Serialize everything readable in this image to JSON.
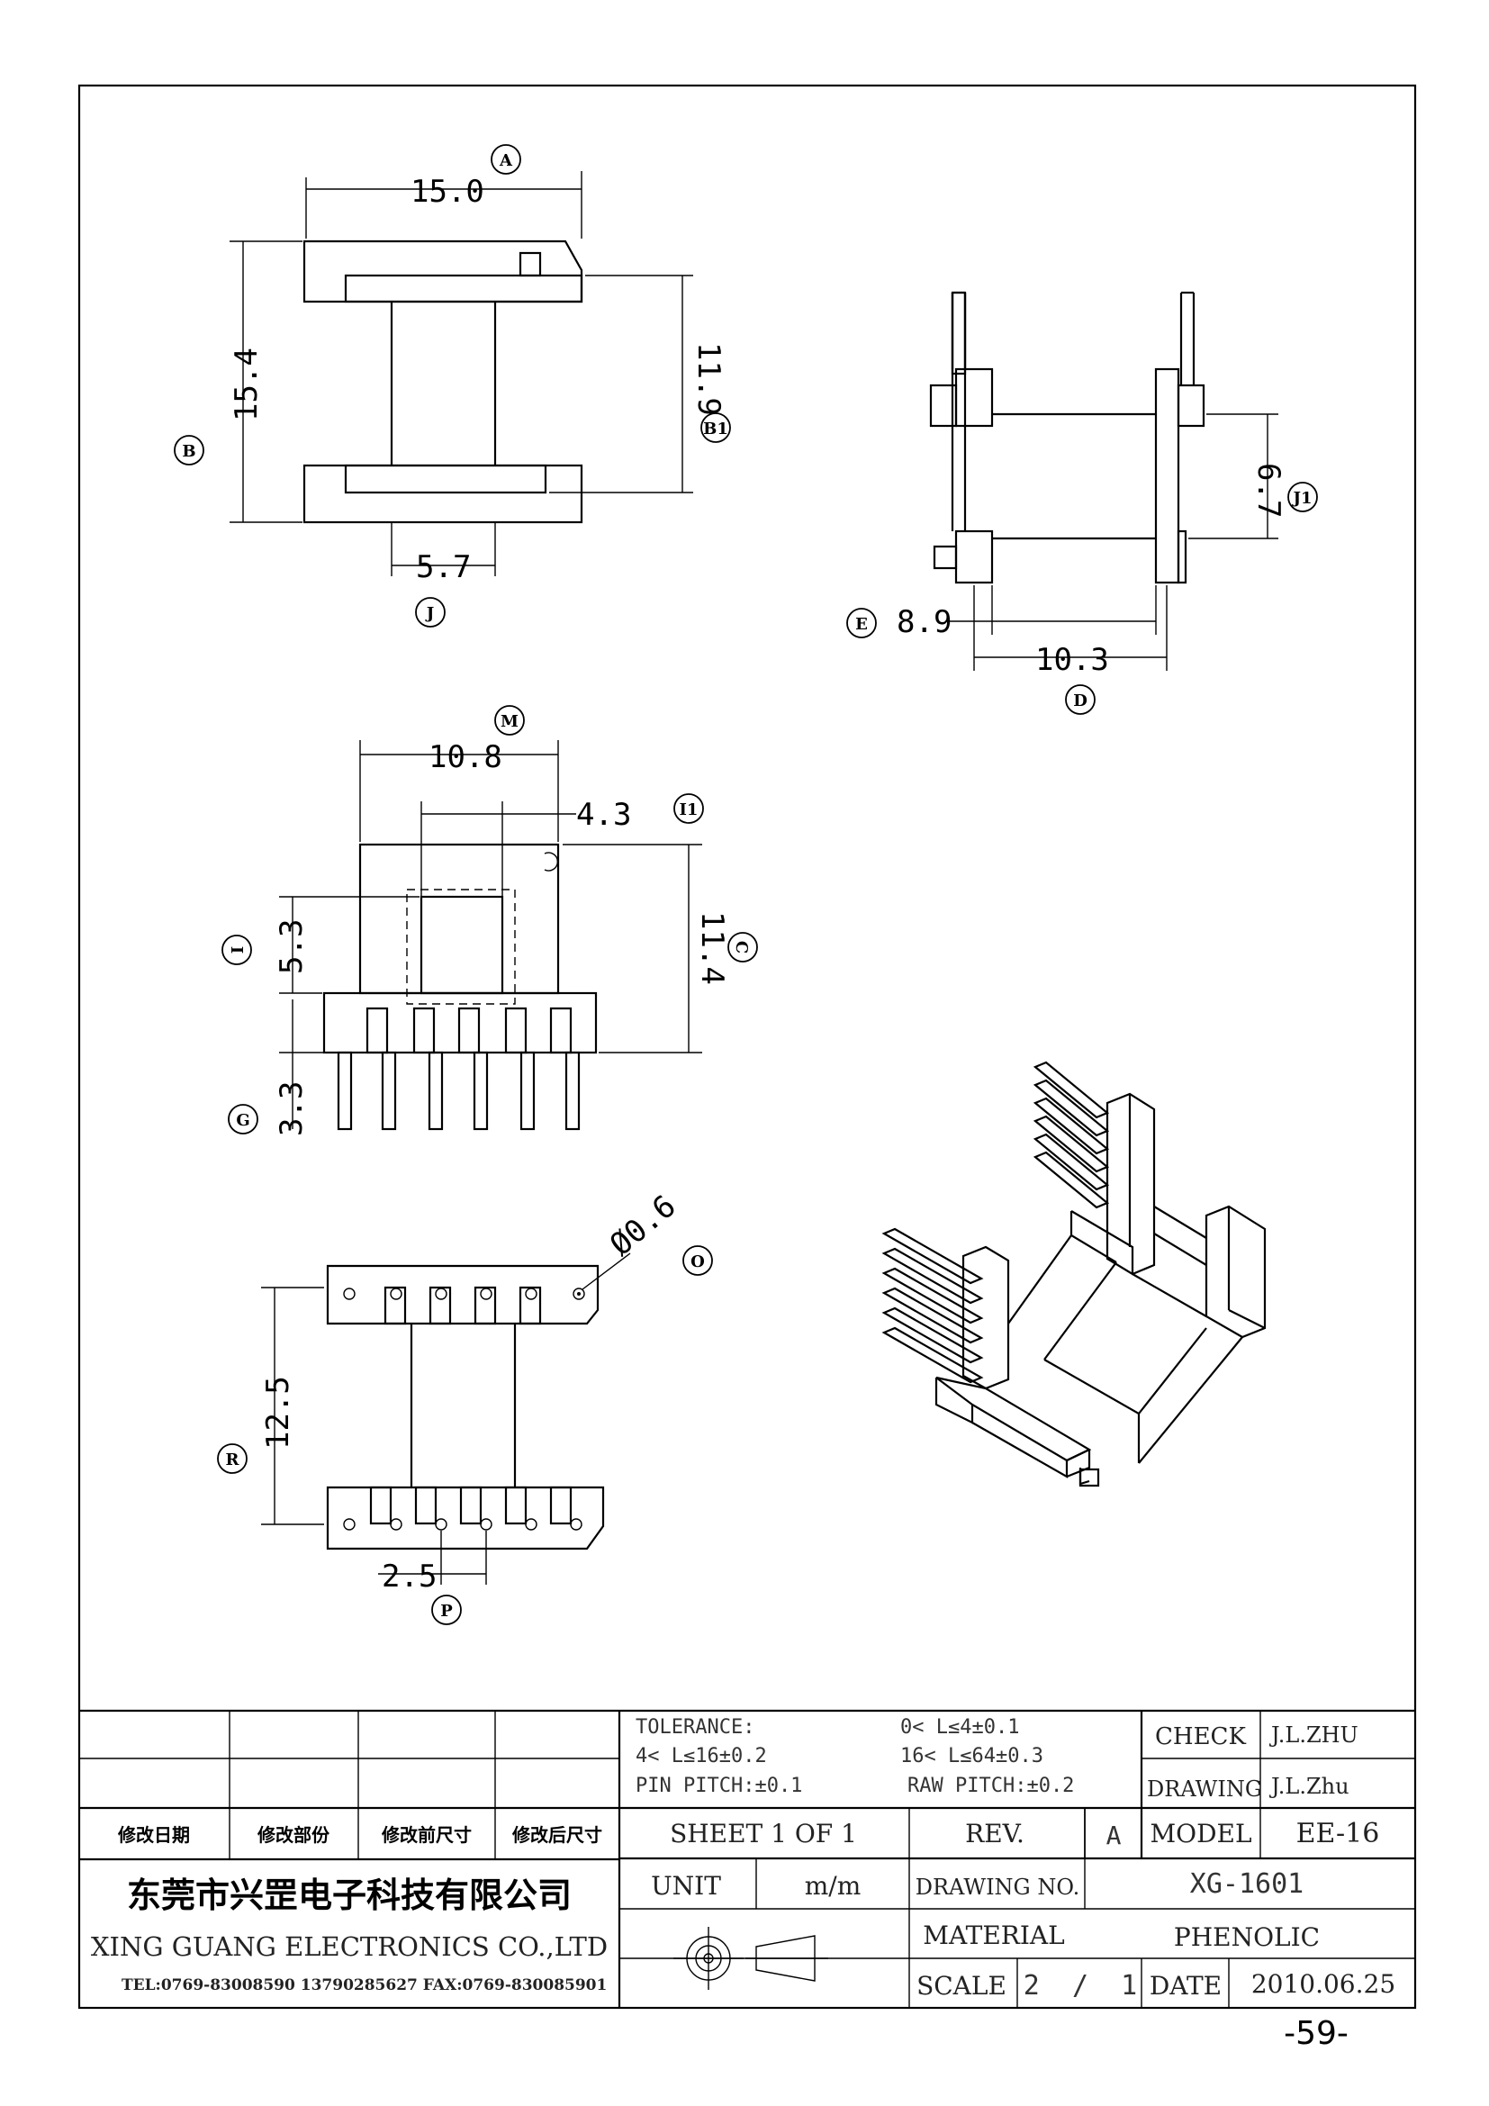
{
  "dimensions": {
    "A": {
      "label": "A",
      "value": "15.0"
    },
    "B": {
      "label": "B",
      "value": "15.4"
    },
    "B1": {
      "label": "B1",
      "value": "11.9"
    },
    "J": {
      "label": "J",
      "value": "5.7"
    },
    "J1": {
      "label": "J1",
      "value": "6.7"
    },
    "E": {
      "label": "E",
      "value": "8.9"
    },
    "D": {
      "label": "D",
      "value": "10.3"
    },
    "M": {
      "label": "M",
      "value": "10.8"
    },
    "I1": {
      "label": "I1",
      "value": "4.3"
    },
    "I": {
      "label": "I",
      "value": "5.3"
    },
    "C": {
      "label": "C",
      "value": "11.4"
    },
    "G": {
      "label": "G",
      "value": "3.3"
    },
    "O": {
      "label": "O",
      "value": "Ø0.6"
    },
    "R": {
      "label": "R",
      "value": "12.5"
    },
    "P": {
      "label": "P",
      "value": "2.5"
    }
  },
  "title_block": {
    "tolerance_label": "TOLERANCE:",
    "tol1": "0< L≤4±0.1",
    "tol2": "4< L≤16±0.2",
    "tol3": "16< L≤64±0.3",
    "pin_pitch": "PIN PITCH:±0.1",
    "raw_pitch": "RAW PITCH:±0.2",
    "check_label": "CHECK",
    "check_value": "J.L.ZHU",
    "drawing_label": "DRAWING",
    "drawing_value": "J.L.Zhu",
    "rev_headers": [
      "修改日期",
      "修改部份",
      "修改前尺寸",
      "修改后尺寸"
    ],
    "sheet": "SHEET 1 OF 1",
    "rev_label": "REV.",
    "rev_value": "A",
    "model_label": "MODEL",
    "model_value": "EE-16",
    "company_cn": "东莞市兴罡电子科技有限公司",
    "company_en": "XING GUANG  ELECTRONICS CO.,LTD",
    "contact": "TEL:0769-83008590 13790285627 FAX:0769-830085901",
    "unit_label": "UNIT",
    "unit_value": "m/m",
    "drawing_no_label": "DRAWING  NO.",
    "drawing_no_value": "XG-1601",
    "material_label": "MATERIAL",
    "material_value": "PHENOLIC",
    "scale_label": "SCALE",
    "scale_value": "2  /  1",
    "date_label": "DATE",
    "date_value": "2010.06.25"
  },
  "page_number": "-59-"
}
